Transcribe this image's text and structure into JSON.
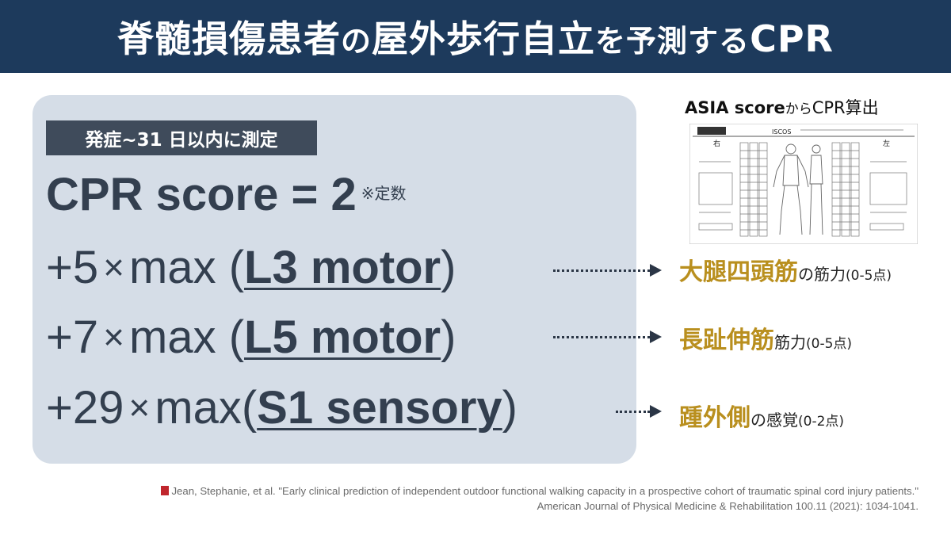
{
  "header": {
    "title_part1": "脊髄損傷患者",
    "title_part2": "の",
    "title_part3": "屋外歩行自立",
    "title_part4": "を",
    "title_part5": "予測する",
    "title_part6": "CPR"
  },
  "badge": {
    "text": "発症~31 日以内に測定"
  },
  "formula": {
    "line0_main": "CPR score = 2",
    "line0_note": "※定数",
    "times_symbol": "×",
    "line1_prefix": "+5",
    "line1_func": "max (",
    "line1_var": "L3 motor",
    "line1_close": ")",
    "line2_prefix": "+7",
    "line2_func": "max (",
    "line2_var": "L5 motor",
    "line2_close": ")",
    "line3_prefix": "+29",
    "line3_func": "max(",
    "line3_var": "S1 sensory",
    "line3_close": ")"
  },
  "labels": {
    "l1_highlight": "大腿四頭筋",
    "l1_rest": "の筋力",
    "l1_range": "(0-5点)",
    "l2_highlight": "長趾伸筋",
    "l2_rest": "筋力",
    "l2_range": "(0-5点)",
    "l3_highlight": "踵外側",
    "l3_rest": "の感覚",
    "l3_range": "(0-2点)"
  },
  "asia": {
    "caption_bold": "ASIA score",
    "caption_small": "から",
    "caption_rest": "CPR算出",
    "form_header_left": "右",
    "form_header_right": "左",
    "form_logo": "ISCOS"
  },
  "citation": {
    "line1": "Jean, Stephanie, et al. \"Early clinical prediction of independent outdoor functional walking capacity in a prospective cohort of traumatic spinal cord injury patients.\"",
    "line2": "American Journal of Physical Medicine & Rehabilitation 100.11 (2021): 1034-1041."
  },
  "colors": {
    "header_bg": "#1d3a5c",
    "panel_bg": "#d5dde7",
    "badge_bg": "#3f4b5b",
    "formula_text": "#333f4f",
    "highlight": "#b98f1e",
    "citation_icon": "#c0262d"
  }
}
